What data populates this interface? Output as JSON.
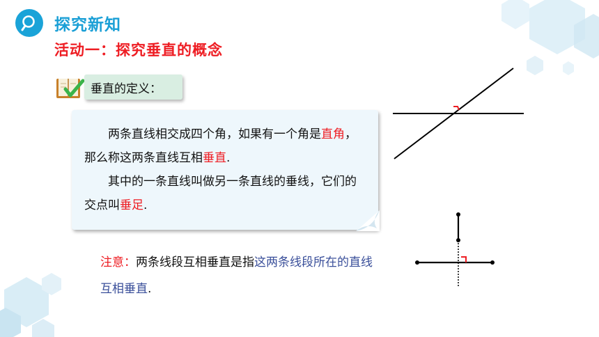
{
  "header": {
    "title": "探究新知",
    "subtitle": "活动一：探究垂直的概念"
  },
  "definition": {
    "label": "垂直的定义：",
    "para1": {
      "part1": "两条直线相交成四个角，如果有一个角是",
      "term1": "直角",
      "part2": "，那么称这两条直线互相",
      "term2": "垂直",
      "part3": "."
    },
    "para2": {
      "part1": "其中的一条直线叫做另一条直线的垂线，它们的交点叫",
      "term": "垂足",
      "part2": "."
    }
  },
  "note": {
    "label": "注意：",
    "text1": "两条线段互相垂直是指",
    "text2": "这两条线段所在的直线互相垂直",
    "end": "."
  },
  "colors": {
    "title_blue": "#1a9fd6",
    "accent_red": "#ee1d23",
    "note_blue": "#3a4f9a",
    "card_bg": "#eef7fc",
    "label_bg": "#d9eee2"
  },
  "icons": [
    "search-icon",
    "book-check-icon",
    "hexagon-decoration"
  ]
}
